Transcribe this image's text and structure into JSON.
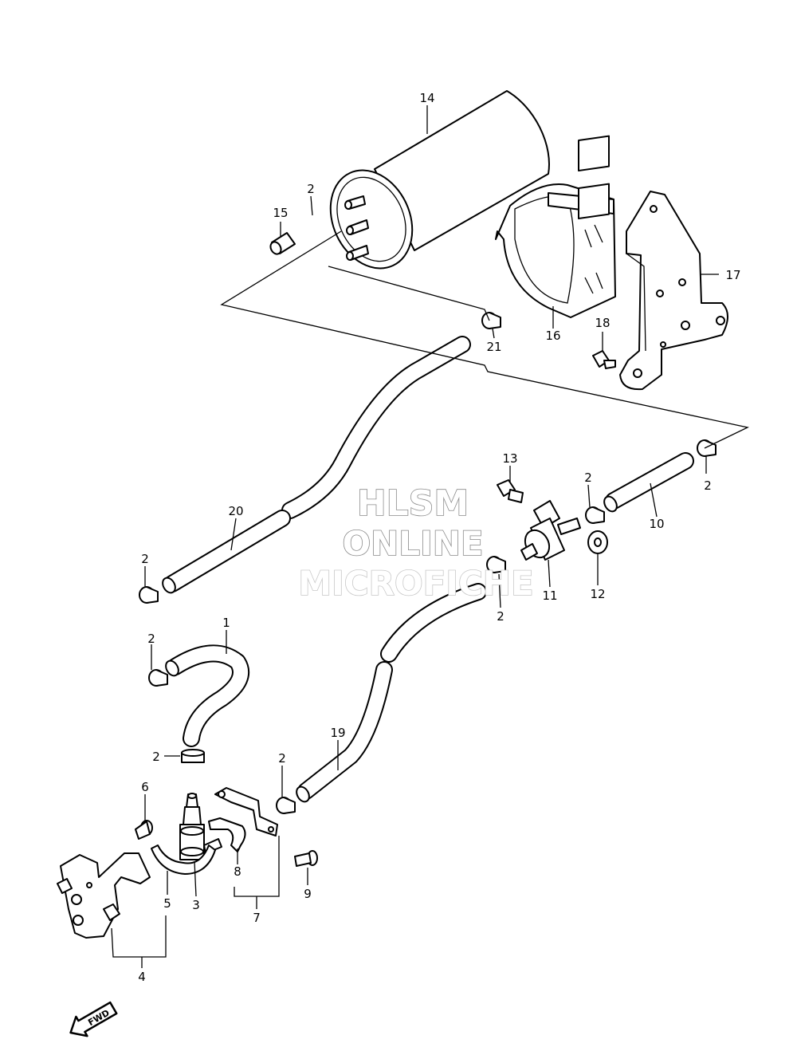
{
  "watermark": {
    "line1": "HLSM",
    "line2": "ONLINE",
    "line3": "MICROFICHE"
  },
  "callouts": {
    "c1": "1",
    "c2a": "2",
    "c2b": "2",
    "c2c": "2",
    "c2d": "2",
    "c2e": "2",
    "c2f": "2",
    "c2g": "2",
    "c2h": "2",
    "c3": "3",
    "c4": "4",
    "c5": "5",
    "c6": "6",
    "c7": "7",
    "c8": "8",
    "c9": "9",
    "c10": "10",
    "c11": "11",
    "c12": "12",
    "c13": "13",
    "c14": "14",
    "c15": "15",
    "c16": "16",
    "c17": "17",
    "c18": "18",
    "c19": "19",
    "c20": "20",
    "c21": "21"
  },
  "fwd_label": "FWD"
}
